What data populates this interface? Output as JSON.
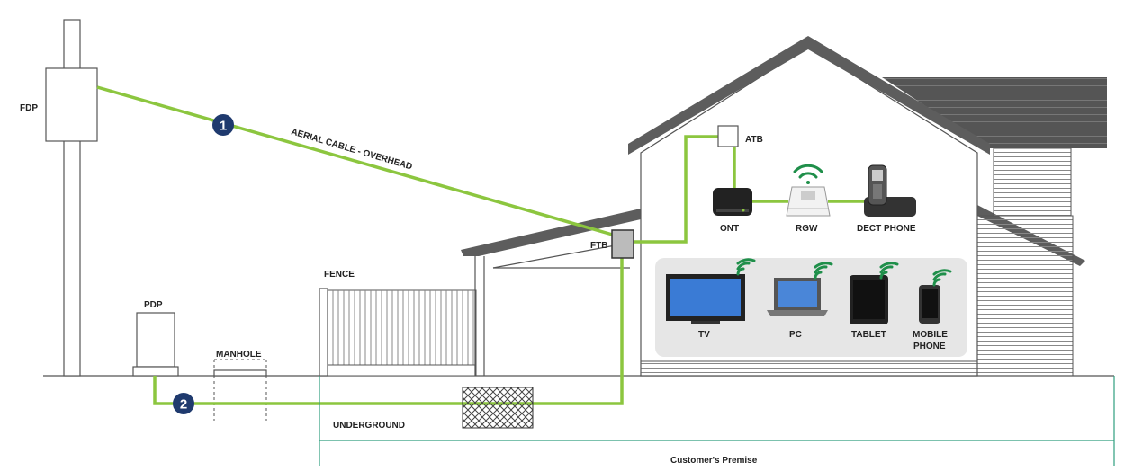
{
  "labels": {
    "fdp": "FDP",
    "pdp": "PDP",
    "manhole": "MANHOLE",
    "fence": "FENCE",
    "ftb": "FTB",
    "atb": "ATB",
    "ont": "ONT",
    "rgw": "RGW",
    "dect_phone": "DECT PHONE",
    "tv": "TV",
    "pc": "PC",
    "tablet": "TABLET",
    "mobile_line1": "MOBILE",
    "mobile_line2": "PHONE",
    "aerial_cable": "AERIAL CABLE - OVERHEAD",
    "underground": "UNDERGROUND",
    "customers_premise": "Customer's Premise"
  },
  "markers": {
    "one": "1",
    "two": "2"
  },
  "colors": {
    "cable_green": "#8cc63f",
    "marker_navy": "#1f3a6e",
    "roof_gray": "#5d5d5d",
    "panel_gray": "#e6e6e6",
    "premise_line": "#2e9e7e",
    "wifi_green": "#1f8f4a"
  },
  "icons": [
    "wifi-icon",
    "tv-icon",
    "laptop-icon",
    "tablet-icon",
    "mobile-phone-icon",
    "ont-icon",
    "router-icon",
    "dect-phone-icon"
  ]
}
